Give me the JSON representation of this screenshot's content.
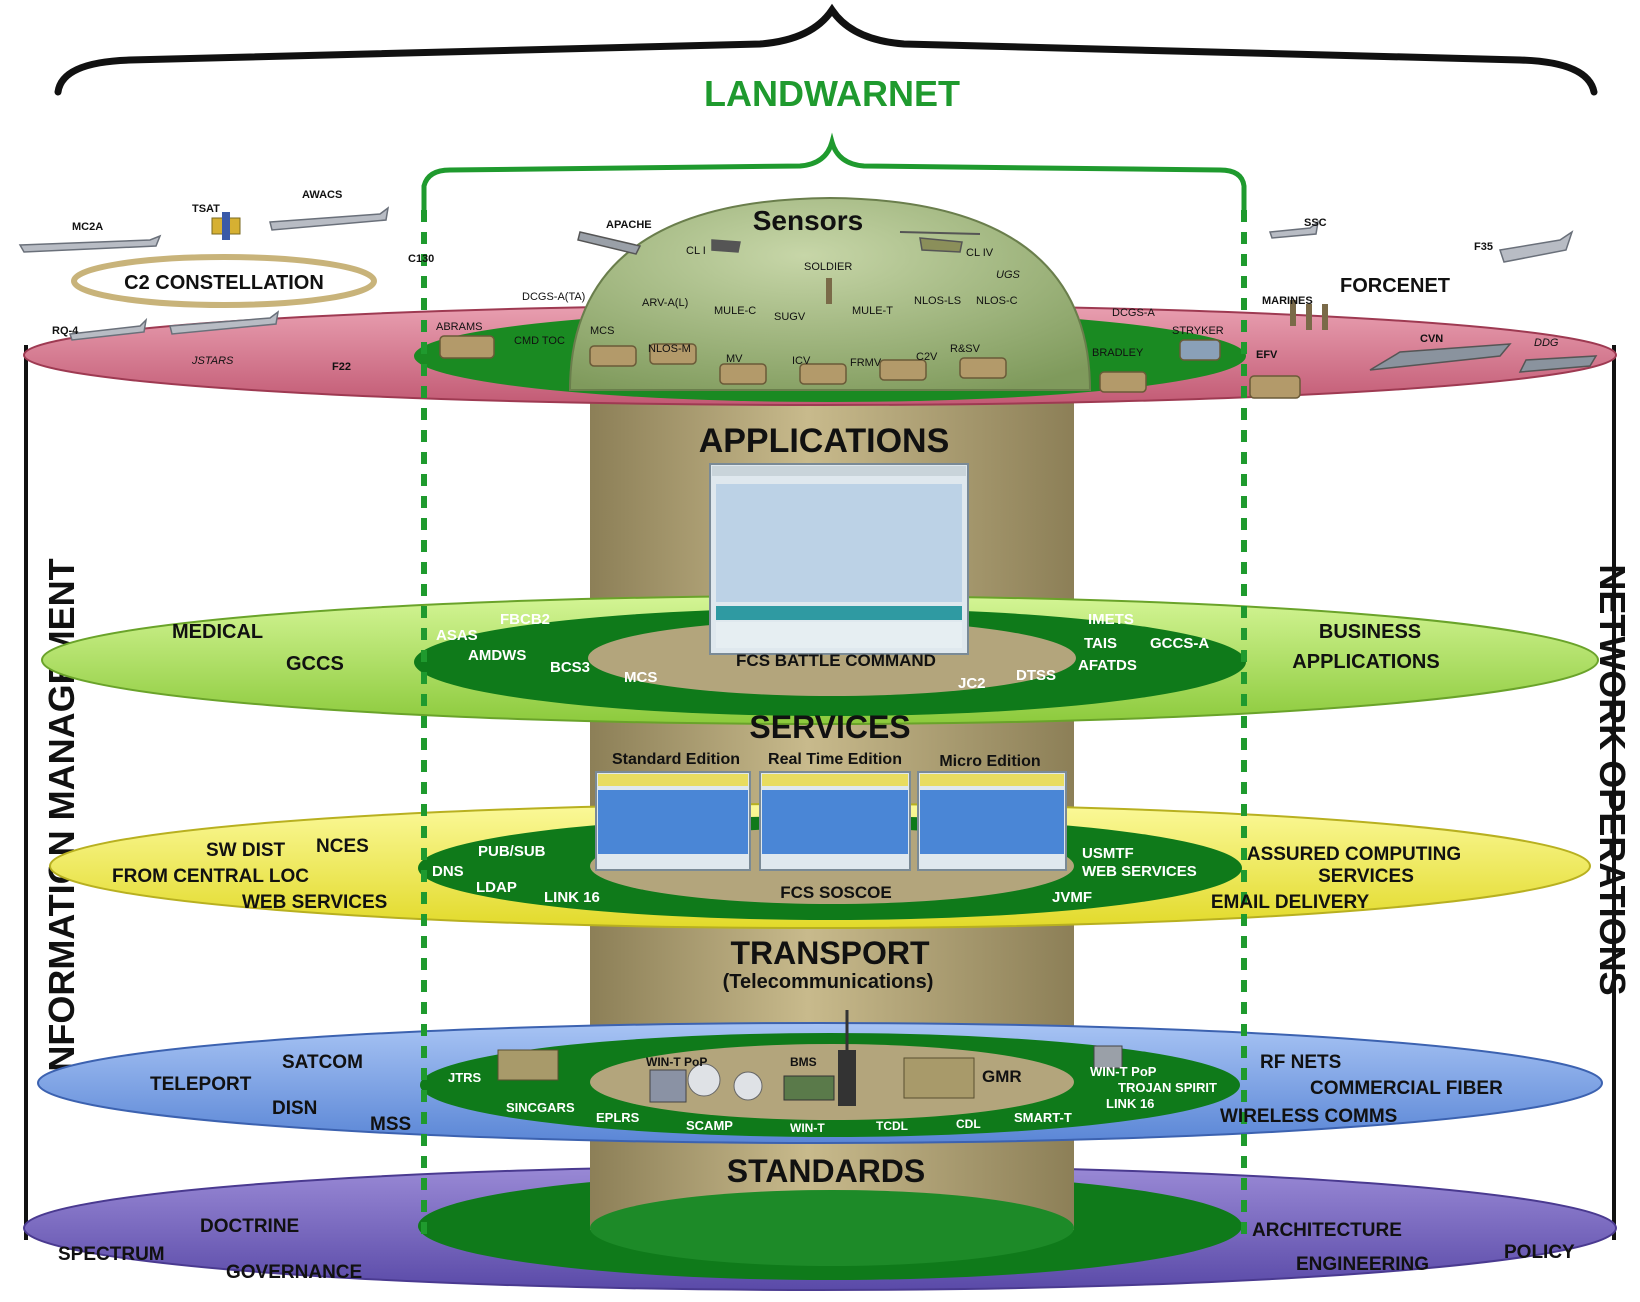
{
  "top": {
    "title": "LANDWARNET",
    "left_vertical": "INFORMATION MANAGEMENT",
    "right_vertical": "NETWORK OPERATIONS"
  },
  "sensors_layer": {
    "dome_title": "Sensors",
    "constellation": "C2 CONSTELLATION",
    "forcenet": "FORCENET",
    "left_assets": [
      "MC2A",
      "TSAT",
      "AWACS",
      "C130",
      "RQ-4",
      "JSTARS",
      "F22",
      "APACHE"
    ],
    "right_assets": [
      "SSC",
      "F35",
      "MARINES",
      "CVN",
      "DDG",
      "EFV"
    ],
    "dome_assets": [
      "CL I",
      "CL IV",
      "SOLDIER",
      "UGS",
      "ARV-A(L)",
      "MULE-C",
      "SUGV",
      "MULE-T",
      "NLOS-LS",
      "NLOS-C",
      "NLOS-M",
      "MV",
      "ICV",
      "FRMV",
      "C2V",
      "R&SV",
      "MCS",
      "CMD TOC",
      "ABRAMS",
      "DCGS-A",
      "STRYKER",
      "BRADLEY",
      "DCGS-A(TA)"
    ]
  },
  "applications_layer": {
    "title": "APPLICATIONS",
    "center_label": "FCS BATTLE COMMAND",
    "left": [
      "MEDICAL",
      "GCCS"
    ],
    "ring_left": [
      "ASAS",
      "FBCB2",
      "AMDWS",
      "BCS3",
      "MCS"
    ],
    "ring_right": [
      "IMETS",
      "TAIS",
      "GCCS-A",
      "AFATDS",
      "DTSS",
      "JC2"
    ],
    "right": [
      "BUSINESS",
      "APPLICATIONS"
    ]
  },
  "services_layer": {
    "title": "SERVICES",
    "editions": [
      "Standard Edition",
      "Real Time Edition",
      "Micro Edition"
    ],
    "center_label": "FCS SOSCOE",
    "left": [
      "SW DIST",
      "NCES",
      "FROM CENTRAL LOC",
      "WEB SERVICES"
    ],
    "ring_left": [
      "PUB/SUB",
      "DNS",
      "LDAP",
      "LINK 16"
    ],
    "ring_right": [
      "USMTF",
      "WEB SERVICES",
      "JVMF"
    ],
    "right": [
      "ASSURED COMPUTING",
      "SERVICES",
      "EMAIL DELIVERY"
    ]
  },
  "transport_layer": {
    "title": "TRANSPORT",
    "subtitle": "(Telecommunications)",
    "left": [
      "SATCOM",
      "TELEPORT",
      "DISN",
      "MSS"
    ],
    "ring_left": [
      "JTRS",
      "SINCGARS",
      "EPLRS",
      "SCAMP"
    ],
    "center": [
      "WIN-T PoP",
      "BMS",
      "WIN-T",
      "TCDL",
      "CDL",
      "GMR"
    ],
    "ring_right": [
      "WIN-T PoP",
      "TROJAN SPIRIT",
      "LINK 16",
      "SMART-T"
    ],
    "right": [
      "RF NETS",
      "COMMERCIAL FIBER",
      "WIRELESS COMMS"
    ]
  },
  "standards_layer": {
    "title": "STANDARDS",
    "left": [
      "DOCTRINE",
      "SPECTRUM",
      "GOVERNANCE"
    ],
    "right": [
      "ARCHITECTURE",
      "ENGINEERING",
      "POLICY"
    ]
  },
  "colors": {
    "landwarnet_green": "#1f9a2e",
    "ring_green": "#0f7a1a",
    "sensors_disk": "#d97a90",
    "applications_disk": "#a6e05a",
    "services_disk": "#f2ef50",
    "transport_disk": "#7fa6e8",
    "standards_disk": "#7a68c0",
    "cylinder": "#b6a77a",
    "dome": "#9ab278"
  }
}
